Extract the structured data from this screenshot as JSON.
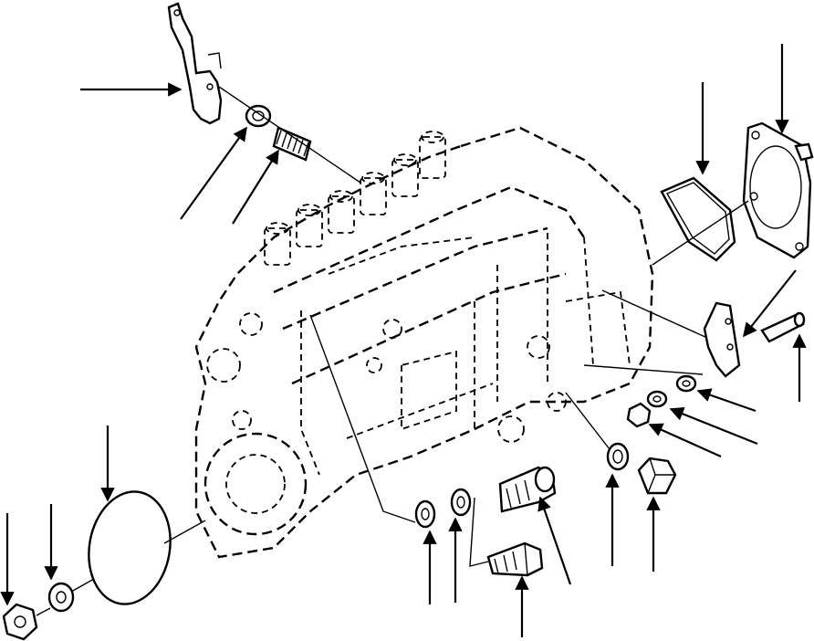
{
  "diagram": {
    "type": "exploded-parts-view",
    "background_color": "#ffffff",
    "line_color": "#000000",
    "parts": [
      {
        "id": "lever",
        "icon": "lever-bracket-icon"
      },
      {
        "id": "nut-small-top",
        "icon": "nut-icon"
      },
      {
        "id": "spring",
        "icon": "spring-icon"
      },
      {
        "id": "cover-plate",
        "icon": "cover-plate-icon"
      },
      {
        "id": "gasket",
        "icon": "gasket-icon"
      },
      {
        "id": "bracket",
        "icon": "bracket-icon"
      },
      {
        "id": "pin",
        "icon": "pin-icon"
      },
      {
        "id": "washer-right-1",
        "icon": "washer-icon"
      },
      {
        "id": "washer-right-2",
        "icon": "washer-icon"
      },
      {
        "id": "nut-right",
        "icon": "nut-icon"
      },
      {
        "id": "washer-mid",
        "icon": "washer-icon"
      },
      {
        "id": "plug-bolt",
        "icon": "hex-bolt-icon"
      },
      {
        "id": "banjo-bolt",
        "icon": "banjo-bolt-icon"
      },
      {
        "id": "bolt-lower",
        "icon": "bolt-icon"
      },
      {
        "id": "seal-washer-1",
        "icon": "washer-icon"
      },
      {
        "id": "seal-washer-2",
        "icon": "washer-icon"
      },
      {
        "id": "round-cover",
        "icon": "round-cover-icon"
      },
      {
        "id": "washer-left",
        "icon": "washer-icon"
      },
      {
        "id": "nut-left",
        "icon": "nut-icon"
      },
      {
        "id": "pump-body",
        "icon": "injection-pump-icon"
      }
    ],
    "leader_arrow_count": 19
  }
}
